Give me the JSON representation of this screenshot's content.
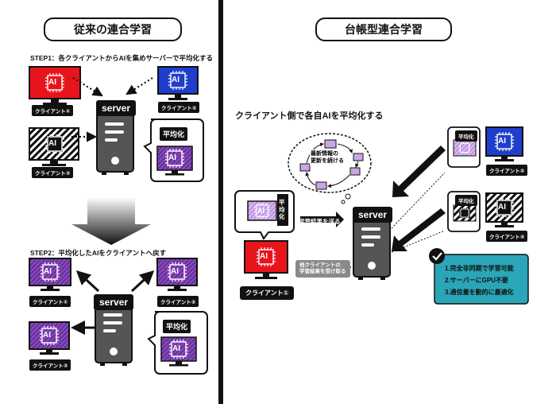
{
  "left": {
    "title": "従来の連合学習",
    "step1": "STEP1：各クライアントからAIを集めサーバーで平均化する",
    "step2": "STEP2：平均化したAIをクライアントへ戻す",
    "server": "server",
    "clients": [
      "クライアント①",
      "クライアント②",
      "クライアント③"
    ],
    "avg_label": "平均化",
    "ai": "AI"
  },
  "right": {
    "title": "台帳型連合学習",
    "heading": "クライアント側で各自AIを平均化する",
    "server": "server",
    "cycle_text": "最新情報の\n更新を続ける",
    "send_label": "学習結果を送る",
    "receive_label": "他クライアントの\n学習結果を受け取る",
    "avg_label": "平均化",
    "clients": [
      "クライアント①",
      "クライアント②",
      "クライアント③"
    ],
    "benefits": [
      "1.完全非同期で学習可能",
      "2.サーバーにGPU不要",
      "3.通信量を動的に最適化"
    ],
    "ai": "AI"
  },
  "colors": {
    "red": "#e8141c",
    "blue": "#1f3ecc",
    "purple": "#5b2a86",
    "lightpurple": "#c9a6e4",
    "teal": "#2aa6b8"
  }
}
